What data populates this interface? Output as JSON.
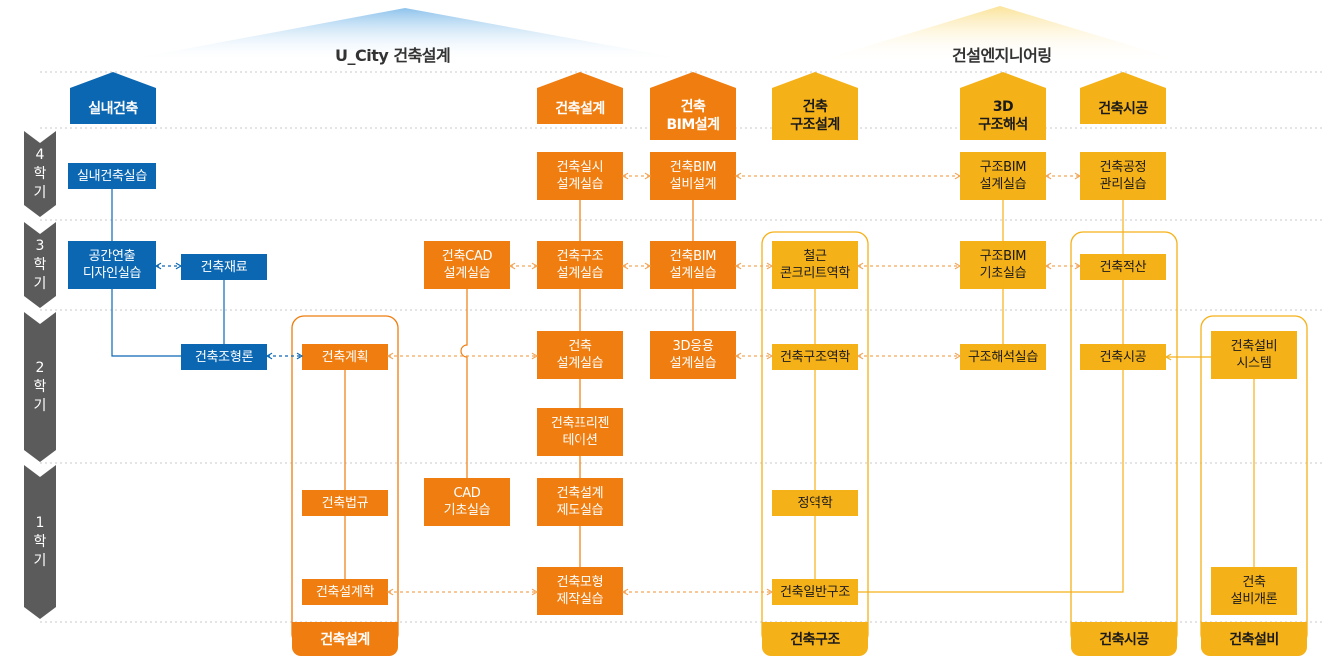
{
  "header": {
    "left_title": "U_City 건축설계",
    "right_title": "건설엔지니어링"
  },
  "semesters": [
    {
      "id": "s4",
      "label": "4\n학\n기"
    },
    {
      "id": "s3",
      "label": "3\n학\n기"
    },
    {
      "id": "s2",
      "label": "2\n학\n기"
    },
    {
      "id": "s1",
      "label": "1\n학\n기"
    }
  ],
  "tracks": [
    {
      "id": "interior",
      "label": "실내건축",
      "color": "#0c67b3"
    },
    {
      "id": "arch-design",
      "label": "건축설계",
      "color": "#ef7d0f"
    },
    {
      "id": "arch-bim",
      "label": "건축\nBIM설계",
      "color": "#ef7d0f"
    },
    {
      "id": "struct-design",
      "label": "건축\n구조설계",
      "color": "#f5b118"
    },
    {
      "id": "struct-3d",
      "label": "3D\n구조해석",
      "color": "#f5b118"
    },
    {
      "id": "construction",
      "label": "건축시공",
      "color": "#f5b118"
    }
  ],
  "courses": [
    {
      "id": "interior-practice",
      "label": "실내건축실습"
    },
    {
      "id": "space-direction",
      "label": "공간연출\n디자인실습"
    },
    {
      "id": "arch-material",
      "label": "건축재료"
    },
    {
      "id": "arch-form-theory",
      "label": "건축조형론"
    },
    {
      "id": "arch-planning",
      "label": "건축계획"
    },
    {
      "id": "arch-law",
      "label": "건축법규"
    },
    {
      "id": "arch-design-theory",
      "label": "건축설계학"
    },
    {
      "id": "arch-cad-practice",
      "label": "건축CAD\n설계실습"
    },
    {
      "id": "cad-basic",
      "label": "CAD\n기초실습"
    },
    {
      "id": "arch-detail-design",
      "label": "건축실시\n설계실습"
    },
    {
      "id": "arch-struct-design",
      "label": "건축구조\n설계실습"
    },
    {
      "id": "arch-design-practice",
      "label": "건축\n설계실습"
    },
    {
      "id": "arch-presentation",
      "label": "건축프리젠\n테이션"
    },
    {
      "id": "arch-drafting",
      "label": "건축설계\n제도실습"
    },
    {
      "id": "arch-model",
      "label": "건축모형\n제작실습"
    },
    {
      "id": "bim-equipment",
      "label": "건축BIM\n설비설계"
    },
    {
      "id": "bim-design-practice",
      "label": "건축BIM\n설계실습"
    },
    {
      "id": "3d-application",
      "label": "3D응용\n설계실습"
    },
    {
      "id": "rc-mechanics",
      "label": "철근\n콘크리트역학"
    },
    {
      "id": "struct-mechanics",
      "label": "건축구조역학"
    },
    {
      "id": "statics",
      "label": "정역학"
    },
    {
      "id": "general-structure",
      "label": "건축일반구조"
    },
    {
      "id": "struct-bim-design",
      "label": "구조BIM\n설계실습"
    },
    {
      "id": "struct-bim-basic",
      "label": "구조BIM\n기초실습"
    },
    {
      "id": "struct-analysis",
      "label": "구조해석실습"
    },
    {
      "id": "process-management",
      "label": "건축공정\n관리실습"
    },
    {
      "id": "cost-estimation",
      "label": "건축적산"
    },
    {
      "id": "construction-course",
      "label": "건축시공"
    },
    {
      "id": "equipment-system",
      "label": "건축설비\n시스템"
    },
    {
      "id": "equipment-intro",
      "label": "건축\n설비개론"
    }
  ],
  "groups": [
    {
      "id": "design",
      "label": "건축설계"
    },
    {
      "id": "structure",
      "label": "건축구조"
    },
    {
      "id": "construction",
      "label": "건축시공"
    },
    {
      "id": "equipment",
      "label": "건축설비"
    }
  ],
  "colors": {
    "blue": "#0c67b3",
    "orange": "#ef7d0f",
    "gold": "#f5b118",
    "arrow_dashed": "#f2a65a",
    "semester_band": "#5b5b5b"
  }
}
